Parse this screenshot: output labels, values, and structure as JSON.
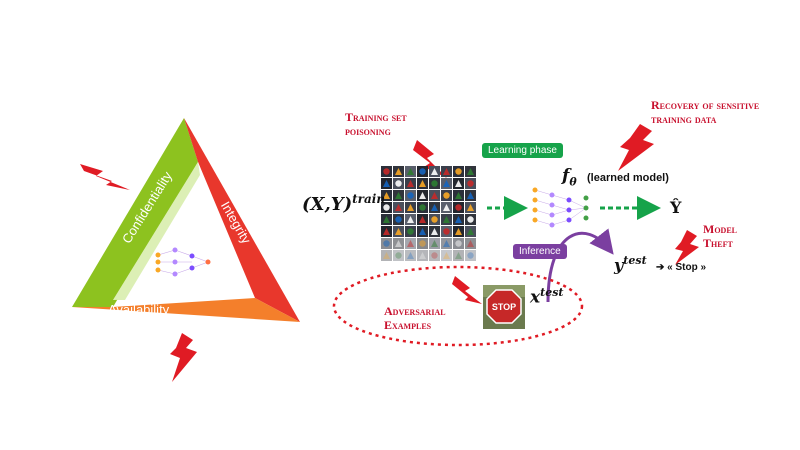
{
  "cia": {
    "confidentiality": "Confidentiality",
    "integrity": "Integrity",
    "availability": "Availability",
    "colors": {
      "confidentiality": "#8dc21f",
      "integrity": "#e8372c",
      "availability": "#f47f2b"
    }
  },
  "labels": {
    "training_set_poisoning_1": "Training set",
    "training_set_poisoning_2": "poisoning",
    "recovery_1": "Recovery of sensitive",
    "recovery_2": "training data",
    "model_theft_1": "Model",
    "model_theft_2": "Theft",
    "adversarial_1": "Adversarial",
    "adversarial_2": "Examples"
  },
  "phases": {
    "learning": "Learning phase",
    "inference": "Inference",
    "learning_color": "#16a34a",
    "inference_color": "#7b3fa0"
  },
  "math": {
    "xy_train_base": "(X,Y)",
    "xy_train_sup": "train",
    "f_theta": "f",
    "f_theta_sub": "θ",
    "learned_model": "(learned model)",
    "y_hat": "Ŷ",
    "y_test": "y",
    "y_test_sup": "test",
    "stop_out": "➔ « Stop »",
    "x_test": "x",
    "x_test_sup": "test"
  },
  "stop_sign": "STOP",
  "accent": {
    "bolt": "#e01b24",
    "dashed_ellipse": "#e01b24"
  }
}
